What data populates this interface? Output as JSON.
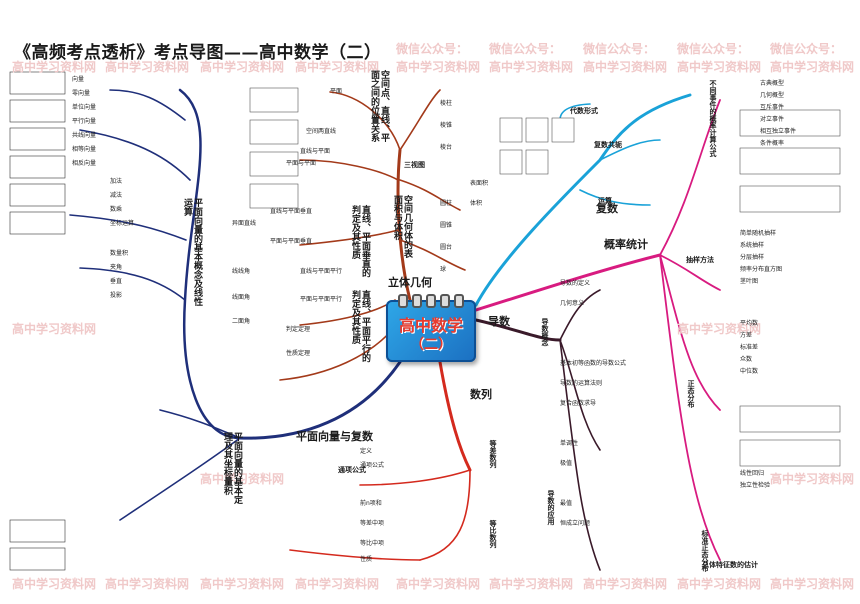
{
  "title": "《高频考点透析》考点导图——高中数学（二）",
  "center": {
    "line1": "高中数学",
    "line2": "（二）"
  },
  "watermarks": [
    "微信公众号：",
    "高中学习资料网"
  ],
  "branches": {
    "solid_geometry": "立体几何",
    "plane_vectors": "平面向量与复数",
    "sequences": "数列",
    "derivatives": "导数",
    "probability": "概率统计",
    "complex": "复数"
  },
  "sub_topics": {
    "space_lines_planes": "空间点、直线、平面之间的位置关系",
    "parallel_perp": "直线、平面平行的判定及其性质",
    "perp_props": "直线、平面垂直的判定及其性质",
    "solids": "空间几何体的表面积与体积",
    "three_views": "三视图",
    "vector_ops": "平面向量的基本概念及线性运算",
    "vector_basic": "平面向量的基本定理及其坐标量积",
    "arith_seq": "等差数列",
    "geo_seq": "等比数列",
    "sum_formula": "通项公式",
    "deriv_concept": "导数概念",
    "deriv_apps": "导数的应用",
    "event_prob": "不同事件的概率计算公式",
    "sampling": "抽样方法",
    "normal_dist": "正态分布",
    "std_normal": "标准正态分布",
    "total_prob": "总体特征数的估计",
    "complex_ops": "代数形式",
    "complex_conj": "复数共轭",
    "complex_calc": "运算"
  },
  "detail_labels": [
    "平面",
    "空间两直线",
    "直线与平面",
    "平面与平面",
    "异面直线",
    "线线角",
    "线面角",
    "二面角",
    "直线与平面垂直",
    "平面与平面垂直",
    "直线与平面平行",
    "平面与平面平行",
    "判定定理",
    "性质定理",
    "棱柱",
    "棱锥",
    "棱台",
    "圆柱",
    "圆锥",
    "圆台",
    "球",
    "表面积",
    "体积",
    "向量",
    "零向量",
    "单位向量",
    "平行向量",
    "共线向量",
    "相等向量",
    "相反向量",
    "加法",
    "减法",
    "数乘",
    "坐标运算",
    "数量积",
    "夹角",
    "垂直",
    "投影",
    "定义",
    "通项公式",
    "前n项和",
    "等差中项",
    "等比中项",
    "性质",
    "导数的定义",
    "几何意义",
    "基本初等函数的导数公式",
    "导数的运算法则",
    "复合函数求导",
    "单调性",
    "极值",
    "最值",
    "恒成立问题",
    "古典概型",
    "几何概型",
    "互斥事件",
    "对立事件",
    "相互独立事件",
    "条件概率",
    "简单随机抽样",
    "系统抽样",
    "分层抽样",
    "频率分布直方图",
    "茎叶图",
    "平均数",
    "方差",
    "标准差",
    "众数",
    "中位数",
    "线性回归",
    "独立性检验"
  ],
  "colors": {
    "geometry": "#a33a1a",
    "vectors": "#1f2f7a",
    "sequences": "#d42a1e",
    "derivatives": "#3a1a2a",
    "probability": "#d81b80",
    "complex": "#1aa2d8",
    "center_bg": "#2fa8e8",
    "center_text": "#e63b2e"
  },
  "chart_data": null
}
